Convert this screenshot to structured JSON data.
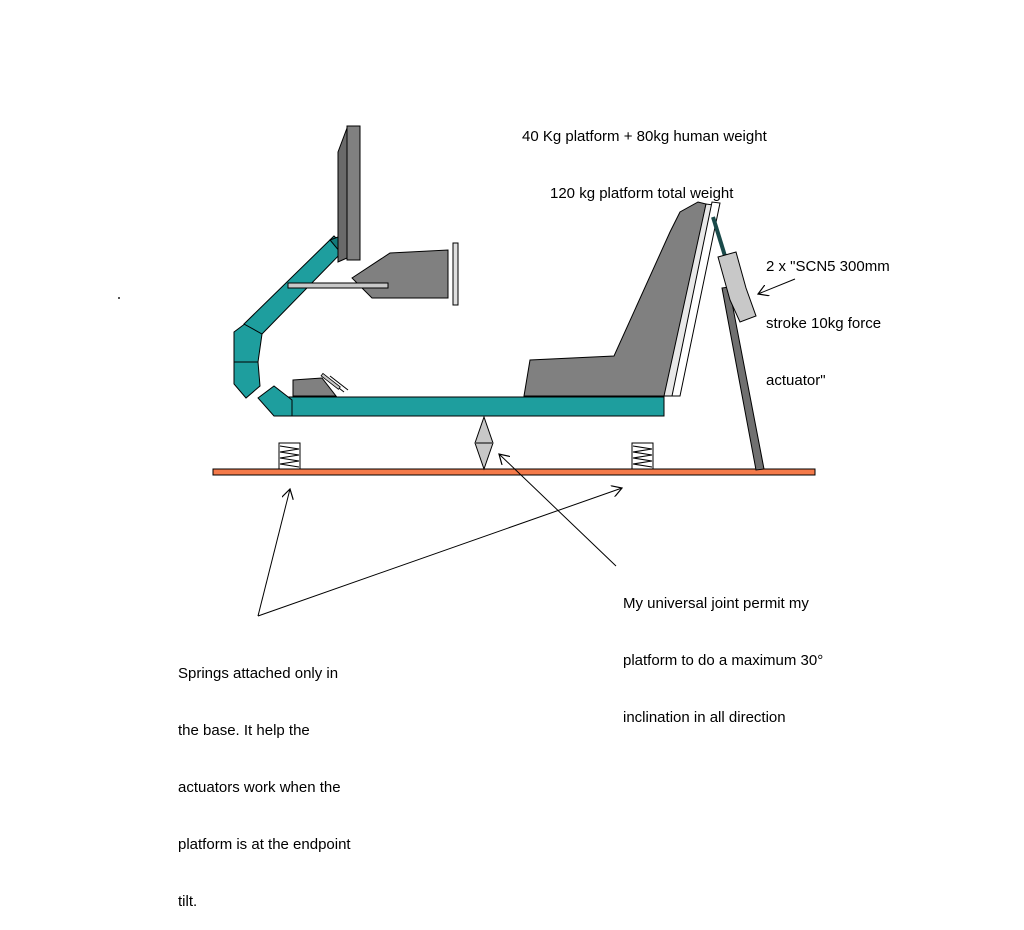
{
  "colors": {
    "background": "#ffffff",
    "frame_teal": "#1e9e9e",
    "frame_teal_dark": "#127a7a",
    "seat_gray": "#808080",
    "seat_gray_dark": "#5a5a5a",
    "base_orange": "#f47a4a",
    "light_gray": "#c8c8c8",
    "outline": "#000000"
  },
  "annotations": {
    "weight": {
      "line1": "40 Kg platform + 80kg human weight",
      "line2": "120 kg platform total weight"
    },
    "actuator": {
      "line1": "2 x \"SCN5 300mm",
      "line2": "stroke 10kg force",
      "line3": "actuator\""
    },
    "joint": {
      "line1": "My universal joint permit my",
      "line2": "platform to do a maximum 30°",
      "line3": "inclination in all direction"
    },
    "springs": {
      "line1": "Springs attached only in",
      "line2": "the base. It help the",
      "line3": "actuators work when the",
      "line4": "platform is at the endpoint",
      "line5": "tilt."
    }
  },
  "components": {
    "base_plate": "base-plate",
    "platform_beam": "platform-beam",
    "monitor": "monitor",
    "steering_wheel": "steering-wheel",
    "pedals": "pedals",
    "seat": "racing-seat",
    "universal_joint": "universal-joint",
    "springs": [
      "spring-left",
      "spring-right"
    ],
    "actuator": "linear-actuator"
  }
}
